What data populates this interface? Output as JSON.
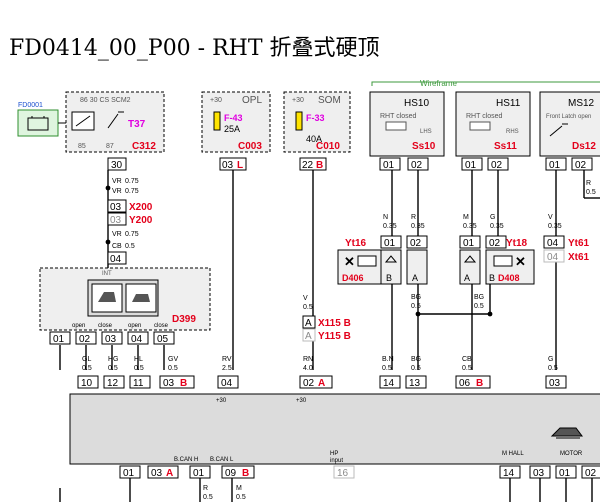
{
  "title": "FD0414_00_P00 - RHT 折叠式硬顶",
  "wireframe_label": "Wireframe",
  "fd_ref": "FD0001",
  "bsi": {
    "pin_a": "30",
    "pin_b": "85",
    "pin_c": "87",
    "hdr": "86   30 CS SCM2",
    "fuse_ref": "T37",
    "conn": "C312"
  },
  "fuse_opl": {
    "hdr": "+30",
    "name": "OPL",
    "fuse": "F-43",
    "amp": "25A",
    "conn": "C003"
  },
  "fuse_som": {
    "hdr": "+30",
    "name": "SOM",
    "fuse": "F-33",
    "amp": "40A",
    "conn": "C010"
  },
  "conn_top": {
    "a": "30",
    "b": "03",
    "b_suffix": "L",
    "c": "22",
    "c_suffix": "B"
  },
  "wire_vr1": {
    "code": "VR",
    "size": "0.75"
  },
  "wire_vr2": {
    "code": "VR",
    "size": "0.75"
  },
  "wire_cb": {
    "code": "CB",
    "size": "0.5"
  },
  "x200": {
    "pin": "03",
    "label": "X200"
  },
  "y200": {
    "pin": "03",
    "label": "Y200"
  },
  "pin04a": "04",
  "switch": {
    "code": "D399",
    "lbl1": "open",
    "lbl2": "close",
    "lbl3": "open",
    "lbl4": "close",
    "top": "INT"
  },
  "switch_pins": [
    "01",
    "02",
    "03",
    "04",
    "05"
  ],
  "hs10": {
    "name": "HS10",
    "line1": "RHT closed",
    "line2": "LHS",
    "conn": "Ss10",
    "pin1": "01",
    "pin2": "02"
  },
  "hs11": {
    "name": "HS11",
    "line1": "RHT closed",
    "line2": "RHS",
    "conn": "Ss11",
    "pin1": "01",
    "pin2": "02"
  },
  "ms12": {
    "name": "MS12",
    "line1": "Front Latch open",
    "conn": "Ds12",
    "pin1": "01",
    "pin2": "02"
  },
  "wire_n": {
    "code": "N",
    "size": "0.35"
  },
  "wire_r1": {
    "code": "R",
    "size": "0.35"
  },
  "wire_m": {
    "code": "M",
    "size": "0.35"
  },
  "wire_g1": {
    "code": "G",
    "size": "0.35"
  },
  "wire_v1": {
    "code": "V",
    "size": "0.35"
  },
  "wire_r2": {
    "code": "R",
    "size": "0.5"
  },
  "yt16": {
    "label": "Yt16",
    "pin1": "01",
    "pin2": "02",
    "conn": "D406",
    "a": "B",
    "b": "A"
  },
  "yt18": {
    "label": "Yt18",
    "pin1": "01",
    "pin2": "02",
    "conn": "D408",
    "a": "A",
    "b": "B"
  },
  "yt61": {
    "label": "Yt61",
    "pin": "04",
    "label2": "Xt61",
    "pin2": "04"
  },
  "wire_bg1": {
    "code": "BG",
    "size": "0.5"
  },
  "wire_bg2": {
    "code": "BG",
    "size": "0.5"
  },
  "wire_v2": {
    "code": "V",
    "size": "0.5"
  },
  "x115": {
    "pin": "A",
    "label": "X115 B"
  },
  "y115": {
    "pin": "A",
    "label": "Y115 B"
  },
  "bus_wires": [
    {
      "code": "GL",
      "size": "0.5"
    },
    {
      "code": "HG",
      "size": "0.5"
    },
    {
      "code": "HL",
      "size": "0.5"
    },
    {
      "code": "GV",
      "size": "0.5"
    },
    {
      "code": "RV",
      "size": "2.5"
    },
    {
      "code": "RN",
      "size": "4.0"
    },
    {
      "code": "B.N",
      "size": "0.5"
    },
    {
      "code": "BG",
      "size": "0.5"
    },
    {
      "code": "CB",
      "size": "0.5"
    },
    {
      "code": "G",
      "size": "0.5"
    }
  ],
  "ecu_pins": {
    "p10": "10",
    "p12": "12",
    "p11": "11",
    "p03": "03",
    "p03s": "B",
    "p04": "04",
    "p02": "02",
    "p02s": "A",
    "p14": "14",
    "p13": "13",
    "p06": "06",
    "p06s": "B",
    "p03b": "03"
  },
  "ecu_labels": {
    "plus30a": "+30",
    "plus30b": "+30"
  },
  "bottom": {
    "canh": "B.CAN H",
    "canl": "B.CAN L",
    "hp": "HP",
    "hp2": "input",
    "mhall": "M HALL",
    "motor": "MOTOR",
    "pin01a": "01",
    "pin03": "03",
    "pin03s": "A",
    "pin01b": "01",
    "pin09": "09",
    "pin09s": "B",
    "pin16": "16",
    "pin14": "14",
    "pin03b": "03",
    "pin01c": "01",
    "pin02": "02"
  },
  "bottom_wires": {
    "r": "R",
    "r_size": "0.5",
    "m": "M",
    "m_size": "0.5"
  }
}
